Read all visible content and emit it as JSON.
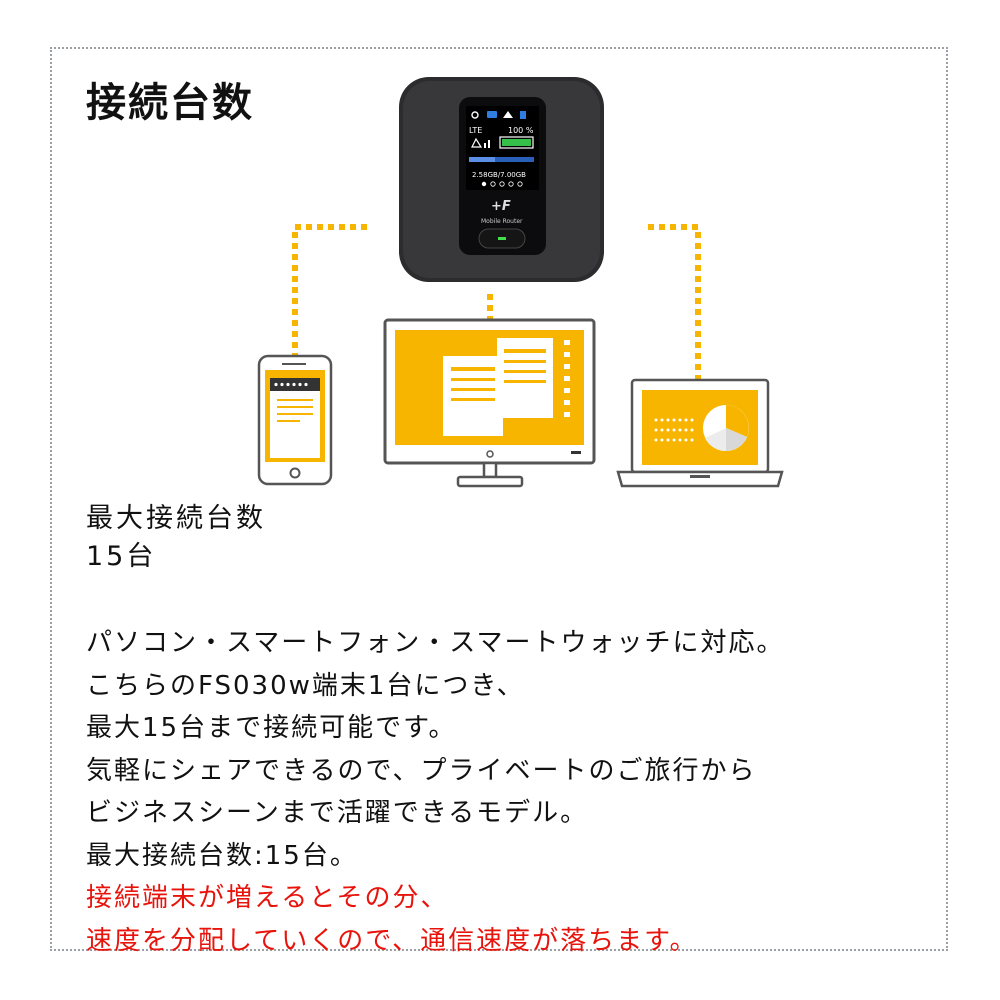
{
  "heading": "接続台数",
  "device": {
    "screen_network": "LTE",
    "screen_battery": "100 %",
    "screen_usage": "2.58GB/7.00GB",
    "brand": "+F",
    "model_label": "Mobile Router"
  },
  "stat": {
    "label": "最大接続台数",
    "value": "15台"
  },
  "lines": [
    "パソコン・スマートフォン・スマートウォッチに対応。",
    "こちらのFS030w端末1台につき、",
    "最大15台まで接続可能です。",
    "気軽にシェアできるので、プライベートのご旅行から",
    "ビジネスシーンまで活躍できるモデル。",
    "最大接続台数:15台。"
  ],
  "warnings": [
    "接続端末が増えるとその分、",
    "速度を分配していくので、通信速度が落ちます。"
  ],
  "colors": {
    "accent_yellow": "#f8b500",
    "warning_red": "#e8140c",
    "device_body": "#2c2c2e"
  }
}
